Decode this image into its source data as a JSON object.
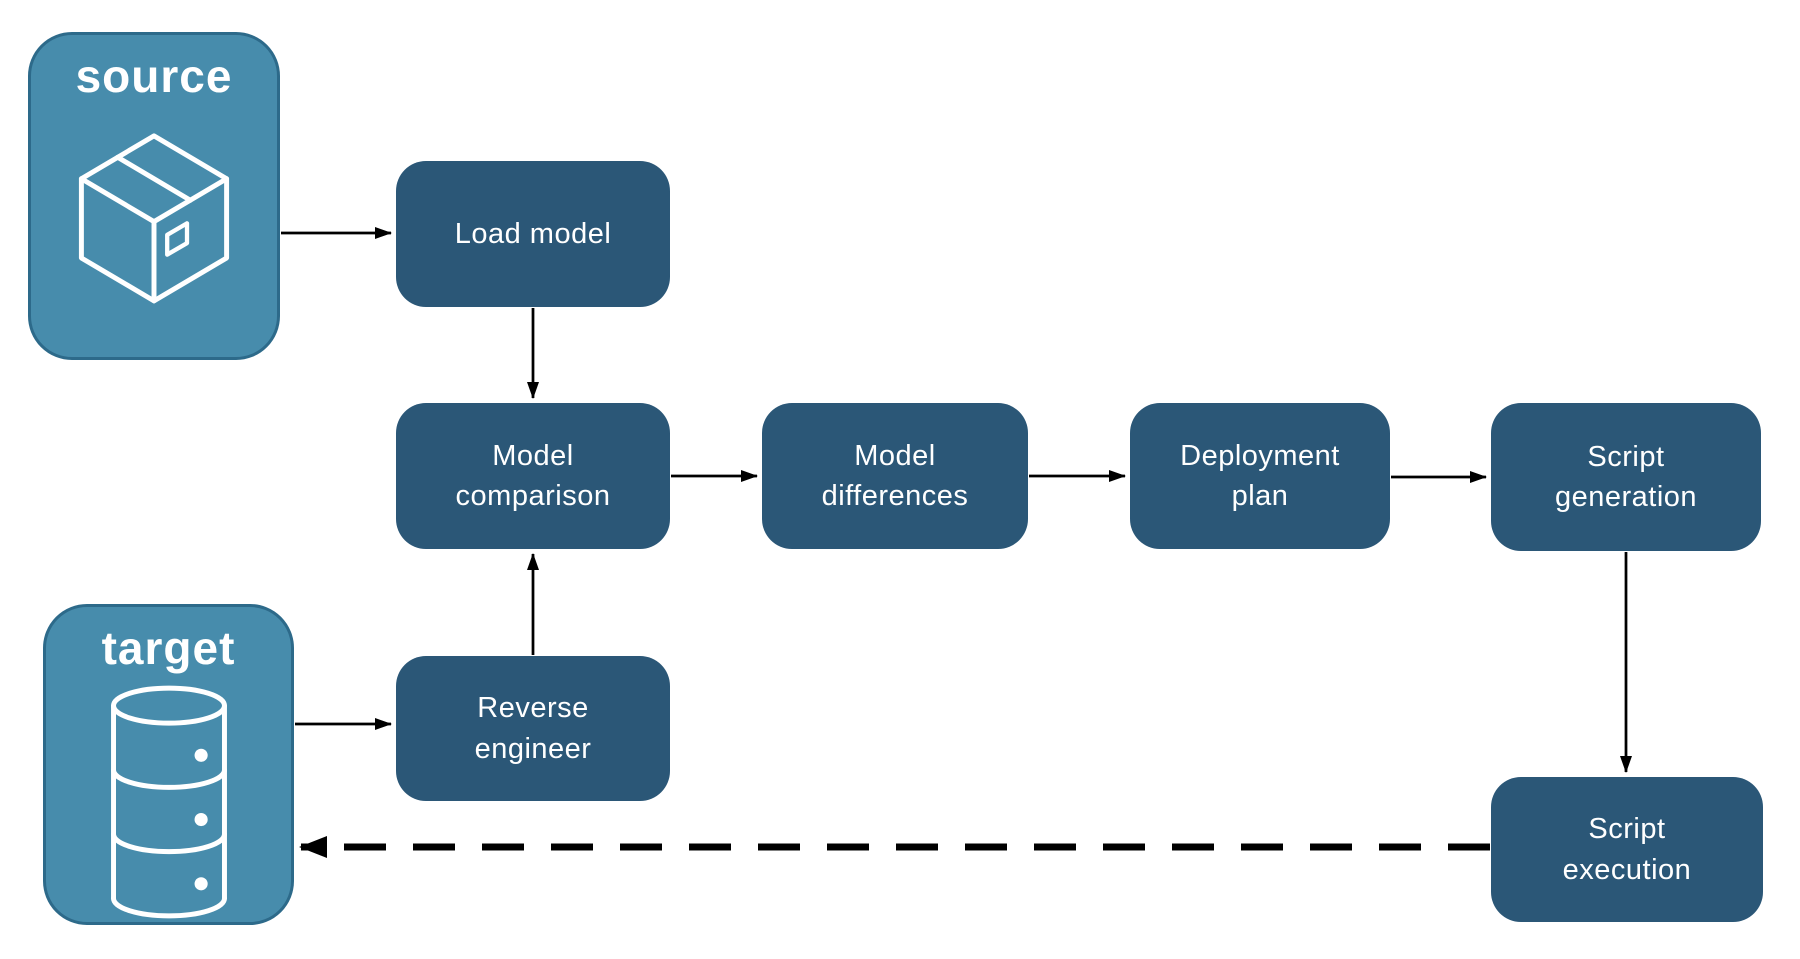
{
  "diagram": {
    "background": "#FFFFFF",
    "endpoints": [
      {
        "id": "source",
        "label": "source",
        "icon": "package-box-icon"
      },
      {
        "id": "target",
        "label": "target",
        "icon": "database-icon"
      }
    ],
    "nodes": [
      {
        "id": "load-model",
        "label": "Load model"
      },
      {
        "id": "model-comparison",
        "label": "Model comparison"
      },
      {
        "id": "model-differences",
        "label": "Model differences"
      },
      {
        "id": "deployment-plan",
        "label": "Deployment plan"
      },
      {
        "id": "script-generation",
        "label": "Script generation"
      },
      {
        "id": "reverse-engineer",
        "label": "Reverse engineer"
      },
      {
        "id": "script-execution",
        "label": "Script execution"
      }
    ],
    "edges": [
      {
        "from": "source",
        "to": "load-model",
        "style": "solid"
      },
      {
        "from": "load-model",
        "to": "model-comparison",
        "style": "solid"
      },
      {
        "from": "model-comparison",
        "to": "model-differences",
        "style": "solid"
      },
      {
        "from": "model-differences",
        "to": "deployment-plan",
        "style": "solid"
      },
      {
        "from": "deployment-plan",
        "to": "script-generation",
        "style": "solid"
      },
      {
        "from": "target",
        "to": "reverse-engineer",
        "style": "solid"
      },
      {
        "from": "reverse-engineer",
        "to": "model-comparison",
        "style": "solid"
      },
      {
        "from": "script-generation",
        "to": "script-execution",
        "style": "solid"
      },
      {
        "from": "script-execution",
        "to": "target",
        "style": "dashed"
      }
    ],
    "colors": {
      "endpoint_fill": "#478CAC",
      "endpoint_border": "#2D6A8A",
      "node_fill": "#2B5777",
      "label_text": "#FFFFFF",
      "arrow": "#000000"
    }
  }
}
